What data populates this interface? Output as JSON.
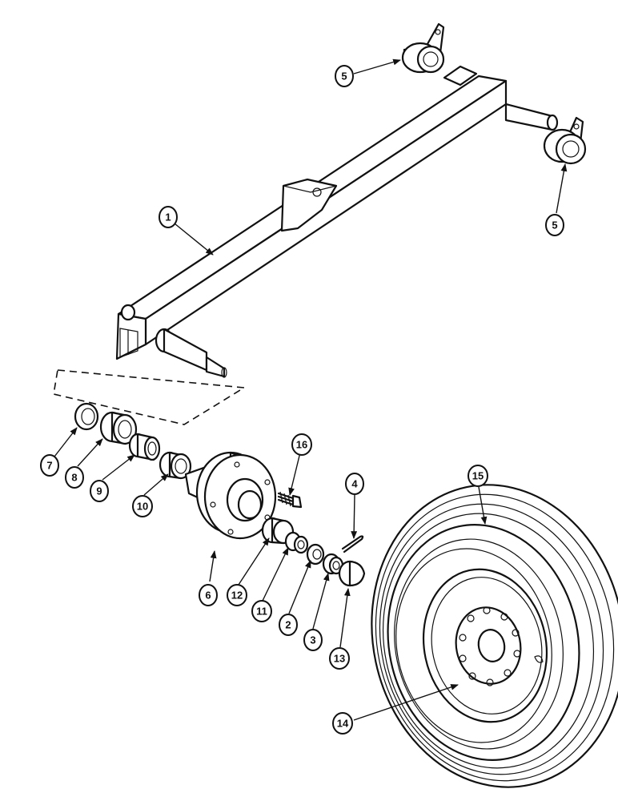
{
  "callouts": [
    {
      "id": "c1",
      "label": "1"
    },
    {
      "id": "c2",
      "label": "2"
    },
    {
      "id": "c3",
      "label": "3"
    },
    {
      "id": "c4",
      "label": "4"
    },
    {
      "id": "c5a",
      "label": "5"
    },
    {
      "id": "c5b",
      "label": "5"
    },
    {
      "id": "c6",
      "label": "6"
    },
    {
      "id": "c7",
      "label": "7"
    },
    {
      "id": "c8",
      "label": "8"
    },
    {
      "id": "c9",
      "label": "9"
    },
    {
      "id": "c10",
      "label": "10"
    },
    {
      "id": "c11",
      "label": "11"
    },
    {
      "id": "c12",
      "label": "12"
    },
    {
      "id": "c13",
      "label": "13"
    },
    {
      "id": "c14",
      "label": "14"
    },
    {
      "id": "c15",
      "label": "15"
    },
    {
      "id": "c16",
      "label": "16"
    }
  ],
  "colors": {
    "ink": "#111111",
    "paper": "#ffffff"
  }
}
